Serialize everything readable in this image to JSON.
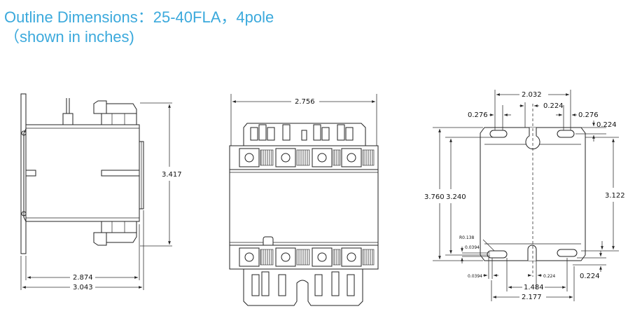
{
  "heading": {
    "line1": "Outline Dimensions：25-40FLA，4pole",
    "line2": "（shown in inches)",
    "color": "#3ba9dc"
  },
  "side_view": {
    "height": "3.417",
    "width_inner": "2.874",
    "width_outer": "3.043"
  },
  "front_view": {
    "width": "2.756"
  },
  "mount_view": {
    "top_span": "2.032",
    "left_slot": "0.276",
    "center_offset": "0.224",
    "right_slot": "0.276",
    "top_edge": "0.224",
    "overall_height": "3.760",
    "inner_height": "3.240",
    "right_height": "3.122",
    "corner_radius": "R0.138",
    "small_top": "0.0394",
    "small_bottom": "0.0394",
    "bottom_center_offset": "0.224",
    "bottom_right": "0.224",
    "bottom_span": "1.484",
    "overall_width": "2.177"
  }
}
